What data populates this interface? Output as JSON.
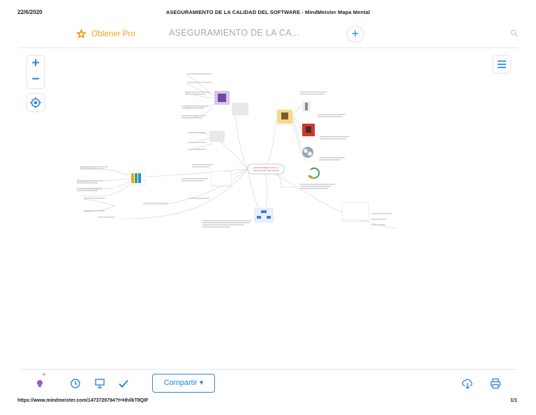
{
  "print": {
    "date": "22/6/2020",
    "title": "ASEGURAMIENTO DE LA CALIDAD DEL SOFTWARE - MindMeister Mapa Mental",
    "url": "https://www.mindmeister.com/1473729794?t=HhilkT8QIF",
    "page": "1/1"
  },
  "header": {
    "pro_label": "Obtener Pro",
    "map_title": "ASEGURAMIENTO DE LA CA...",
    "add_label": "+"
  },
  "zoom": {
    "in_label": "+",
    "out_label": "−"
  },
  "mindmap": {
    "central_topic": "ASEGURAMIENTO DE LA CALIDAD DEL SOFTWARE"
  },
  "footer": {
    "notification_count": "4",
    "share_label": "Compartir ▾"
  },
  "colors": {
    "accent": "#2a86e0",
    "pro": "#f2a11b",
    "central": "#d9534f"
  }
}
